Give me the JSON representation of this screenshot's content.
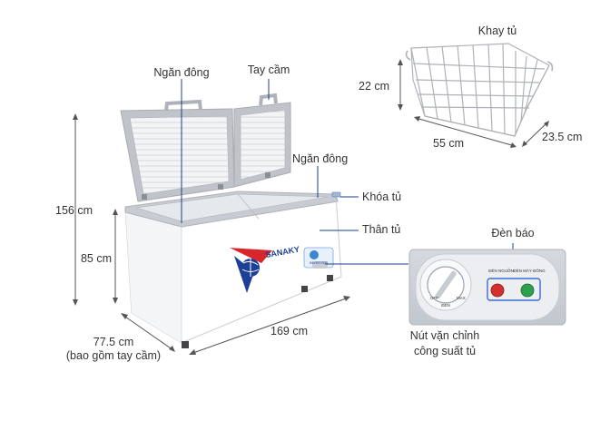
{
  "labels": {
    "freezer_compartment_left": "Ngăn đông",
    "handle": "Tay cầm",
    "freezer_compartment_right": "Ngăn đông",
    "lock": "Khóa tủ",
    "body": "Thân tủ",
    "indicator_lights": "Đèn báo",
    "power_knob_line1": "Nút vặn chỉnh",
    "power_knob_line2": "công suất tủ",
    "basket": "Khay tủ"
  },
  "dimensions": {
    "total_height": "156 cm",
    "body_height": "85 cm",
    "depth_line1": "77.5 cm",
    "depth_line2": "(bao gồm tay cầm)",
    "width": "169 cm",
    "basket_height": "22 cm",
    "basket_width": "55 cm",
    "basket_depth": "23.5 cm"
  },
  "brand": {
    "name": "SANAKY",
    "badge": "INVERTER",
    "primary": "#1e3f96",
    "accent": "#d7262c"
  },
  "control_panel": {
    "light_left_label": "ĐÈN NGUỒN",
    "light_right_label": "ĐÈN MÁY ĐÔNG",
    "knob_off": "OFF",
    "knob_max": "MAX",
    "knob_label": "ĐÈN",
    "light_left_color": "#d2302a",
    "light_right_color": "#2ea14e"
  },
  "colors": {
    "leader_line": "#1a3f8a",
    "dimension_line": "#555555",
    "freezer_body": "#ffffff",
    "lid_frame": "#b9bdc3"
  }
}
